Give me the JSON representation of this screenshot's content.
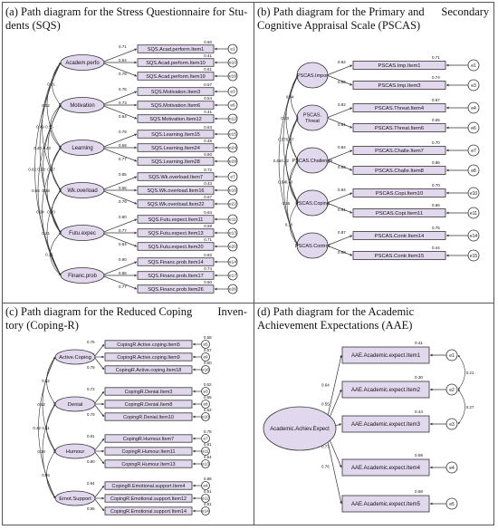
{
  "panels": {
    "a": {
      "caption_line1": "(a) Path diagram for the Stress Questionnaire for Stu-",
      "caption_line2": "dents (SQS)",
      "latents": [
        {
          "label": "Academ.perfo",
          "items": [
            {
              "label": "SQS.Acad.perform.Item1",
              "r2": "0.50",
              "loading": "0.71",
              "err": "e1"
            },
            {
              "label": "SQS.Acad.perform.Item10",
              "r2": "0.41",
              "loading": "0.64",
              "err": "e10"
            },
            {
              "label": "SQS.Acad.perform.Item19",
              "r2": "0.61",
              "loading": "0.78",
              "err": "e19"
            }
          ]
        },
        {
          "label": "Motivation",
          "items": [
            {
              "label": "SQS.Motivation.Item3",
              "r2": "0.57",
              "loading": "0.76",
              "err": "e3"
            },
            {
              "label": "SQS.Motivation.Item6",
              "r2": "0.54",
              "loading": "0.73",
              "err": "e6"
            },
            {
              "label": "SQS.Motivation.Item12",
              "r2": "0.41",
              "loading": "0.64",
              "err": "e12"
            }
          ]
        },
        {
          "label": "Learning",
          "items": [
            {
              "label": "SQS.Learning.Item15",
              "r2": "0.63",
              "loading": "0.79",
              "err": "e15"
            },
            {
              "label": "SQS.Learning.Item24",
              "r2": "0.48",
              "loading": "0.69",
              "err": "e24"
            },
            {
              "label": "SQS.Learning.Item28",
              "r2": "0.60",
              "loading": "0.77",
              "err": "e28"
            }
          ]
        },
        {
          "label": "Wk.overload",
          "items": [
            {
              "label": "SQS.Wk.overload.Item7",
              "r2": "0.72",
              "loading": "0.85",
              "err": "e7"
            },
            {
              "label": "SQS.Wk.overload.Item16",
              "r2": "0.43",
              "loading": "0.66",
              "err": "e16"
            },
            {
              "label": "SQS.Wk.overload.Item22",
              "r2": "0.57",
              "loading": "0.76",
              "err": "e22"
            }
          ]
        },
        {
          "label": "Futu.expec",
          "items": [
            {
              "label": "SQS.Futu.expect.Item11",
              "r2": "0.64",
              "loading": "0.80",
              "err": "e11"
            },
            {
              "label": "SQS.Futu.expect.Item13",
              "r2": "0.59",
              "loading": "0.77",
              "err": "e13"
            },
            {
              "label": "SQS.Futu.expect.Item20",
              "r2": "0.71",
              "loading": "0.84",
              "err": "e20"
            }
          ]
        },
        {
          "label": "Financ.prob",
          "items": [
            {
              "label": "SQS.Financ.prob.Item14",
              "r2": "0.82",
              "loading": "0.90",
              "err": "e14"
            },
            {
              "label": "SQS.Financ.prob.Item17",
              "r2": "0.74",
              "loading": "0.86",
              "err": "e17"
            },
            {
              "label": "SQS.Financ.prob.Item26",
              "r2": "0.60",
              "loading": "0.77",
              "err": "e26"
            }
          ]
        }
      ],
      "correlations": [
        "0.71",
        "0.52",
        "0.49",
        "0.40",
        "0.62",
        "0.55",
        "0.43",
        "0.58",
        "0.66",
        "0.37",
        "0.28",
        "0.34",
        "0.30",
        "0.21",
        "0.16"
      ]
    },
    "b": {
      "caption_line1": "(b) Path diagram for the Primary and      Secondary",
      "caption_line2": "Cognitive Appraisal Scale (PSCAS)",
      "latents": [
        {
          "label": "PSCAS.Impor",
          "items": [
            {
              "label": "PSCAS.Imp.Item1",
              "r2": "0.71",
              "loading": "0.84",
              "err": "e1"
            },
            {
              "label": "PSCAS.Imp.Item3",
              "r2": "0.74",
              "loading": "0.86",
              "err": "e3"
            }
          ]
        },
        {
          "label": "PSCAS.\nThreat",
          "items": [
            {
              "label": "PSCAS.Threat.Item4",
              "r2": "0.67",
              "loading": "0.82",
              "err": "e4"
            },
            {
              "label": "PSCAS.Threat.Item6",
              "r2": "0.65",
              "loading": "0.81",
              "err": "e6"
            }
          ]
        },
        {
          "label": "PSCAS.Challenge",
          "items": [
            {
              "label": "PSCAS.Challe.Item7",
              "r2": "0.70",
              "loading": "0.84",
              "err": "e7"
            },
            {
              "label": "PSCAS.Challe.Item8",
              "r2": "0.86",
              "loading": "0.93",
              "err": "e8"
            }
          ]
        },
        {
          "label": "PSCAS.Coping",
          "items": [
            {
              "label": "PSCAS.Copi.Item10",
              "r2": "0.70",
              "loading": "0.84",
              "err": "e10"
            },
            {
              "label": "PSCAS.Copi.Item11",
              "r2": "0.66",
              "loading": "0.81",
              "err": "e11"
            }
          ]
        },
        {
          "label": "PSCAS.Control",
          "items": [
            {
              "label": "PSCAS.Contr.Item14",
              "r2": "0.75",
              "loading": "0.87",
              "err": "e14"
            },
            {
              "label": "PSCAS.Contr.Item15",
              "r2": "0.44",
              "loading": "0.66",
              "err": "e15"
            }
          ]
        }
      ],
      "correlations": [
        "0.34",
        "0.33",
        "0.57",
        "0.45",
        "0.47",
        "0.22",
        "0.64",
        "0.40",
        "0.36",
        "0.30"
      ]
    },
    "c": {
      "caption_line1": "(c) Path diagram for the Reduced Coping         Inven-",
      "caption_line2": "tory (Coping-R)",
      "latents": [
        {
          "label": "Active.Coping",
          "items": [
            {
              "label": "CopingR.Active.coping.Item5",
              "r2": "0.58",
              "loading": "0.76",
              "err": "e5"
            },
            {
              "label": "CopingR.Active.coping.Item9",
              "r2": "0.57",
              "loading": "0.76",
              "err": "e9"
            },
            {
              "label": "CopingR.Active.coping.Item18",
              "r2": "0.60",
              "loading": "0.78",
              "err": "e18"
            }
          ]
        },
        {
          "label": "Denial",
          "items": [
            {
              "label": "CopingR.Denial.Item3",
              "r2": "0.52",
              "loading": "0.72",
              "err": "e3"
            },
            {
              "label": "CopingR.Denial.Item8",
              "r2": "0.65",
              "loading": "0.81",
              "err": "e8"
            },
            {
              "label": "CopingR.Denial.Item10",
              "r2": "0.62",
              "loading": "0.79",
              "err": "e10"
            }
          ]
        },
        {
          "label": "Humour",
          "items": [
            {
              "label": "CopingR.Humour.Item7",
              "r2": "0.78",
              "loading": "0.91",
              "err": "e7"
            },
            {
              "label": "CopingR.Humour.Item11",
              "r2": "0.81",
              "loading": "0.90",
              "err": "e11"
            },
            {
              "label": "CopingR.Humour.Item13",
              "r2": "0.64",
              "loading": "0.80",
              "err": "e13"
            }
          ]
        },
        {
          "label": "Emot.Support",
          "items": [
            {
              "label": "CopingR.Emotional.support.Item4",
              "r2": "0.88",
              "loading": "0.94",
              "err": "e4"
            },
            {
              "label": "CopingR.Emotional.support.Item12",
              "r2": "0.91",
              "loading": "0.95",
              "err": "e12"
            },
            {
              "label": "CopingR.Emotional.support.Item14",
              "r2": "0.91",
              "loading": "0.95",
              "err": "e14"
            }
          ]
        }
      ],
      "correlations": [
        "0.12",
        "0.52",
        "0.42",
        "0.11",
        "0.19",
        "0.46"
      ]
    },
    "d": {
      "caption_line1": "(d) Path diagram for the Academic",
      "caption_line2": "Achievement Expectations (AAE)",
      "latent": "Academic.Achiev.Expect",
      "items": [
        {
          "label": "AAE.Academic.expect.Item1",
          "r2": "0.41",
          "loading": "0.64",
          "err": "e1"
        },
        {
          "label": "AAE.Academic.expect.Item2",
          "r2": "0.30",
          "loading": "0.55",
          "err": "e2"
        },
        {
          "label": "AAE.Academic.expect.Item3",
          "r2": "0.44",
          "loading": "0.67",
          "err": "e3"
        },
        {
          "label": "AAE.Academic.expect.Item4",
          "r2": "0.59",
          "loading": "0.77",
          "err": "e4"
        },
        {
          "label": "AAE.Academic.expect.Item5",
          "r2": "0.58",
          "loading": "0.76",
          "err": "e5"
        }
      ],
      "error_covs": [
        "0.21",
        "0.27"
      ]
    }
  }
}
